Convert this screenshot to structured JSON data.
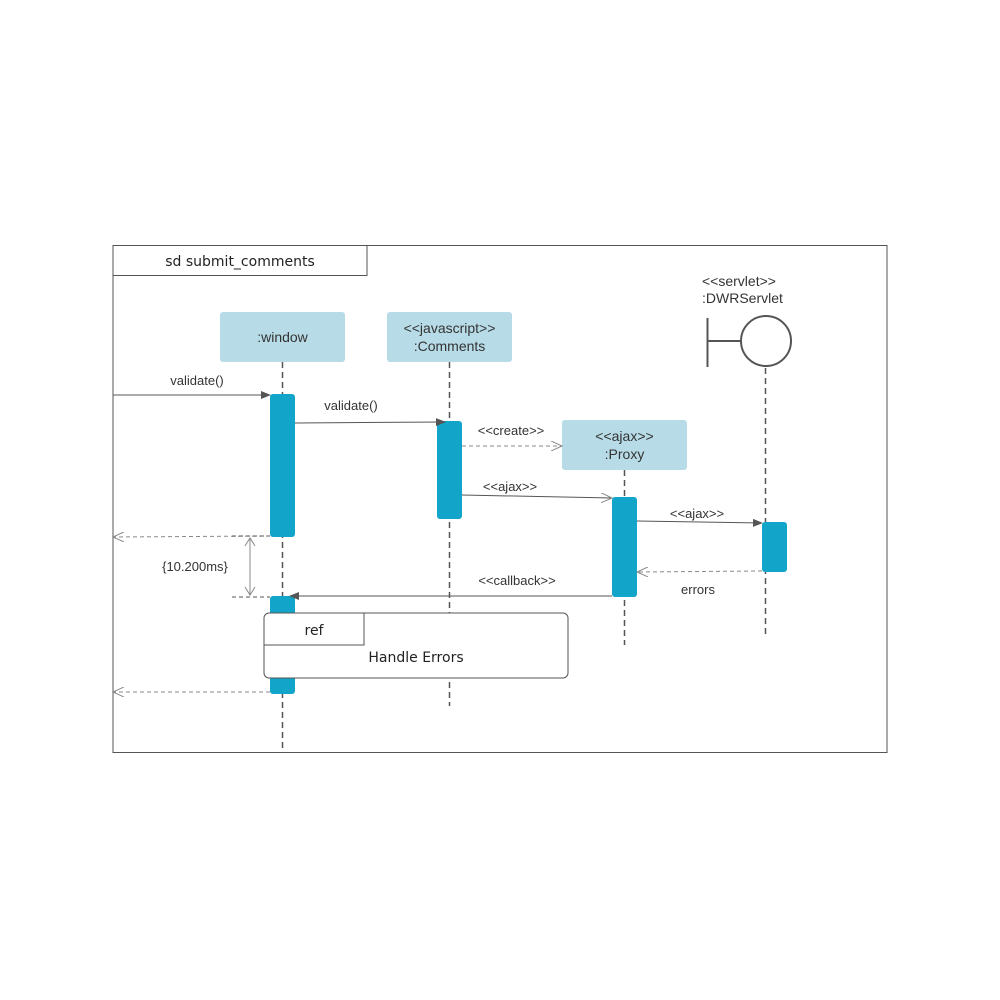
{
  "frame": {
    "title": "sd submit_comments"
  },
  "colors": {
    "lifeline_head": "#b7dce8",
    "activation": "#12a5c9",
    "line": "#555555",
    "frame_border": "#555555"
  },
  "lifelines": {
    "window": {
      "name": ":window"
    },
    "comments": {
      "stereotype": "<<javascript>>",
      "name": ":Comments"
    },
    "proxy": {
      "stereotype": "<<ajax>>",
      "name": ":Proxy"
    },
    "dwr_servlet": {
      "stereotype": "<<servlet>>",
      "name": ":DWRServlet",
      "icon": "boundary-icon"
    }
  },
  "messages": {
    "validate_in": {
      "label": "validate()"
    },
    "validate_call": {
      "label": "validate()"
    },
    "create": {
      "label": "<<create>>"
    },
    "ajax_to_proxy": {
      "label": "<<ajax>>"
    },
    "ajax_to_servlet": {
      "label": "<<ajax>>"
    },
    "errors": {
      "label": "errors"
    },
    "callback": {
      "label": "<<callback>>"
    }
  },
  "duration_constraint": {
    "label": "{10.200ms}"
  },
  "ref_fragment": {
    "tag": "ref",
    "label": "Handle Errors"
  }
}
